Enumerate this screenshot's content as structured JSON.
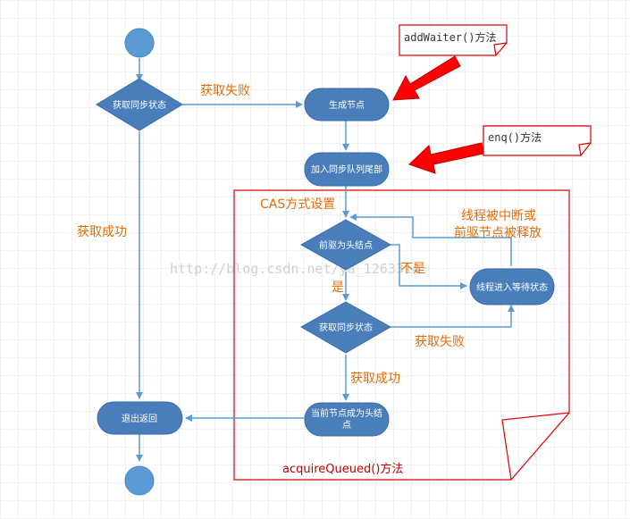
{
  "nodes": {
    "get_sync_state_1": "获取同步状态",
    "create_node": "生成节点",
    "enqueue_tail": "加入同步队列尾部",
    "predecessor_is_head": "前驱为头结点",
    "get_sync_state_2": "获取同步状态",
    "thread_waiting": "线程进入等待状态",
    "set_head_line1": "当前节点成为头结",
    "set_head_line2": "点",
    "exit_return": "退出返回"
  },
  "labels": {
    "fail_top": "获取失败",
    "success_left": "获取成功",
    "cas_setting": "CAS方式设置",
    "interrupted_line1": "线程被中断或",
    "interrupted_line2": "前驱节点被释放",
    "not": "不是",
    "yes": "是",
    "fail_bottom": "获取失败",
    "success_bottom": "获取成功",
    "acquire_queued": "acquireQueued()方法"
  },
  "notes": {
    "add_waiter": "addWaiter()方法",
    "enq": "enq()方法"
  },
  "watermark": "http://blog.csdn.net/ya_1263314",
  "colors": {
    "node_fill": "#4A7EBB",
    "node_stroke": "#3A6CA8",
    "circle_fill": "#5B9BD5",
    "arrow": "#5B9BD5",
    "orange": "#E36C09",
    "red": "#E00000",
    "grid": "#E6E6E6"
  }
}
